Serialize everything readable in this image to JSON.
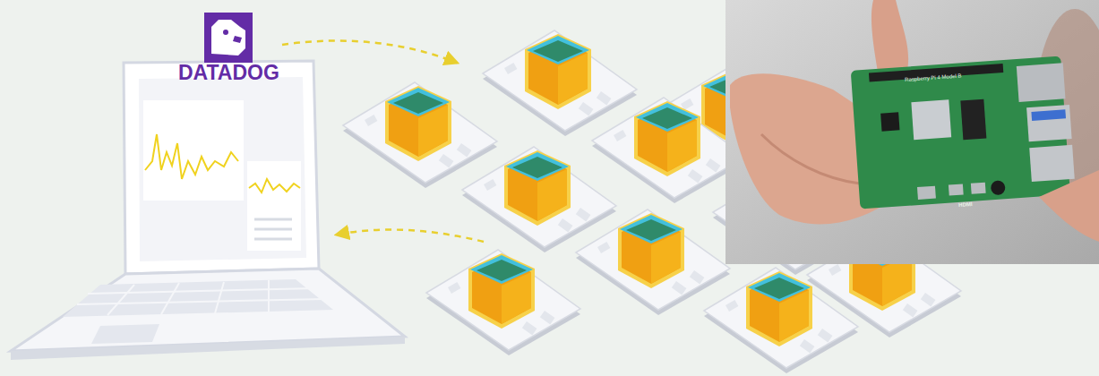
{
  "diagram": {
    "labels": [
      "DATADOG",
      "Raspberry Pi 4 Model B",
      "HDMI"
    ]
  }
}
